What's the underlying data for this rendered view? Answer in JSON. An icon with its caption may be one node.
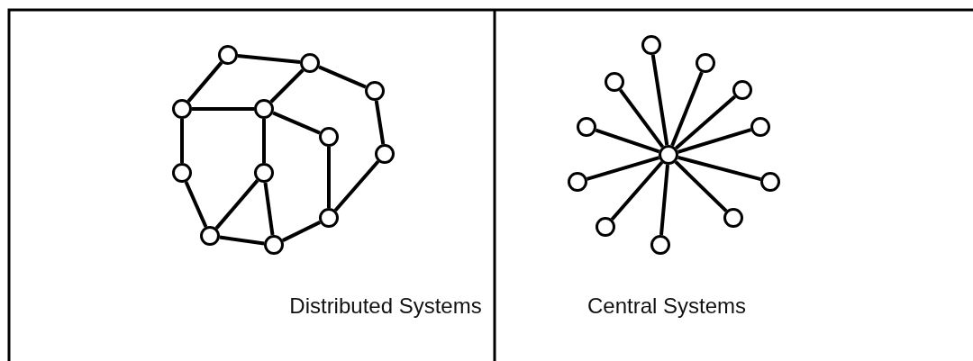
{
  "diagram": {
    "nodes": [
      {
        "text": [],
        "shape": "circle"
      },
      {
        "text": [],
        "shape": "circle"
      },
      {
        "text": [],
        "shape": "circle"
      },
      {
        "text": [],
        "shape": "circle"
      },
      {
        "text": [],
        "shape": "circle"
      },
      {
        "text": [],
        "shape": "circle"
      },
      {
        "text": [],
        "shape": "circle"
      },
      {
        "text": [],
        "shape": "circle"
      },
      {
        "text": [],
        "shape": "circle"
      },
      {
        "text": [],
        "shape": "circle"
      },
      {
        "text": [],
        "shape": "circle"
      },
      {
        "text": [],
        "shape": "circle"
      },
      {
        "text": [],
        "shape": "circle"
      },
      {
        "text": [],
        "shape": "circle"
      },
      {
        "text": [],
        "shape": "circle"
      },
      {
        "text": [],
        "shape": "circle"
      },
      {
        "text": [],
        "shape": "circle"
      },
      {
        "text": [],
        "shape": "circle"
      },
      {
        "text": [],
        "shape": "circle"
      },
      {
        "text": [],
        "shape": "circle"
      },
      {
        "text": [],
        "shape": "circle"
      },
      {
        "text": [],
        "shape": "circle"
      },
      {
        "text": [],
        "shape": "circle"
      },
      {
        "text": [],
        "shape": "circle"
      }
    ],
    "edges": [
      {
        "from": 0,
        "to": 1,
        "arrow": "none"
      },
      {
        "from": 1,
        "to": 2,
        "arrow": "none"
      },
      {
        "from": 0,
        "to": 3,
        "arrow": "none"
      },
      {
        "from": 3,
        "to": 4,
        "arrow": "none"
      },
      {
        "from": 4,
        "to": 1,
        "arrow": "none"
      },
      {
        "from": 4,
        "to": 5,
        "arrow": "none"
      },
      {
        "from": 4,
        "to": 8,
        "arrow": "none"
      },
      {
        "from": 5,
        "to": 9,
        "arrow": "none"
      },
      {
        "from": 2,
        "to": 6,
        "arrow": "none"
      },
      {
        "from": 6,
        "to": 9,
        "arrow": "none"
      },
      {
        "from": 3,
        "to": 7,
        "arrow": "none"
      },
      {
        "from": 7,
        "to": 10,
        "arrow": "none"
      },
      {
        "from": 10,
        "to": 8,
        "arrow": "none"
      },
      {
        "from": 8,
        "to": 11,
        "arrow": "none"
      },
      {
        "from": 10,
        "to": 11,
        "arrow": "none"
      },
      {
        "from": 11,
        "to": 9,
        "arrow": "none"
      },
      {
        "from": 12,
        "to": 13,
        "arrow": "none"
      },
      {
        "from": 12,
        "to": 14,
        "arrow": "none"
      },
      {
        "from": 12,
        "to": 15,
        "arrow": "none"
      },
      {
        "from": 12,
        "to": 16,
        "arrow": "none"
      },
      {
        "from": 12,
        "to": 17,
        "arrow": "none"
      },
      {
        "from": 12,
        "to": 18,
        "arrow": "none"
      },
      {
        "from": 12,
        "to": 19,
        "arrow": "none"
      },
      {
        "from": 12,
        "to": 20,
        "arrow": "none"
      },
      {
        "from": 12,
        "to": 21,
        "arrow": "none"
      },
      {
        "from": 12,
        "to": 22,
        "arrow": "none"
      },
      {
        "from": 12,
        "to": 23,
        "arrow": "none"
      }
    ],
    "labels": [
      "Distributed Systems",
      "Central Systems"
    ]
  }
}
